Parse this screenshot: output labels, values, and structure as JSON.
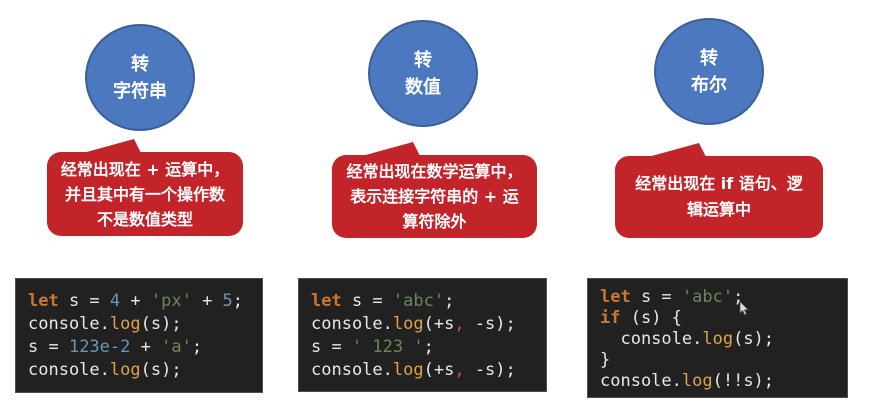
{
  "colors": {
    "circle_fill": "#4B78BE",
    "circle_border": "#3C5F98",
    "bubble_red": "#C2242A",
    "code_background": "#212121",
    "code_keyword": "#CC7832",
    "code_function": "#DFA24B",
    "code_number": "#6897BB",
    "code_string": "#6A8759",
    "code_comma": "#C75B3F",
    "code_text": "#E8E8E8"
  },
  "columns": [
    {
      "circle": {
        "line1": "转",
        "line2": "字符串"
      },
      "bubble_lines": [
        "经常出现在 + 运算中，",
        "并且其中有一个操作数",
        "不是数值类型"
      ]
    },
    {
      "circle": {
        "line1": "转",
        "line2": "数值"
      },
      "bubble_lines": [
        "经常出现在数学运算中，",
        "表示连接字符串的 + 运",
        "算符除外"
      ]
    },
    {
      "circle": {
        "line1": "转",
        "line2": "布尔"
      },
      "bubble_lines": [
        "经常出现在 if 语句、逻",
        "辑运算中"
      ]
    }
  ],
  "code_blocks": [
    {
      "lines": [
        [
          {
            "t": "kw",
            "s": "let"
          },
          {
            "t": "pl",
            "s": " s = "
          },
          {
            "t": "num",
            "s": "4"
          },
          {
            "t": "pl",
            "s": " + "
          },
          {
            "t": "str",
            "s": "'px'"
          },
          {
            "t": "pl",
            "s": " + "
          },
          {
            "t": "num",
            "s": "5"
          },
          {
            "t": "pl",
            "s": ";"
          }
        ],
        [
          {
            "t": "pl",
            "s": "console."
          },
          {
            "t": "fn",
            "s": "log"
          },
          {
            "t": "pl",
            "s": "(s);"
          }
        ],
        [
          {
            "t": "pl",
            "s": "s = "
          },
          {
            "t": "num",
            "s": "123e-2"
          },
          {
            "t": "pl",
            "s": " + "
          },
          {
            "t": "str",
            "s": "'a'"
          },
          {
            "t": "pl",
            "s": ";"
          }
        ],
        [
          {
            "t": "pl",
            "s": "console."
          },
          {
            "t": "fn",
            "s": "log"
          },
          {
            "t": "pl",
            "s": "(s);"
          }
        ]
      ]
    },
    {
      "lines": [
        [
          {
            "t": "kw",
            "s": "let"
          },
          {
            "t": "pl",
            "s": " s = "
          },
          {
            "t": "str",
            "s": "'abc'"
          },
          {
            "t": "pl",
            "s": ";"
          }
        ],
        [
          {
            "t": "pl",
            "s": "console."
          },
          {
            "t": "fn",
            "s": "log"
          },
          {
            "t": "pl",
            "s": "(+s"
          },
          {
            "t": "cm",
            "s": ","
          },
          {
            "t": "pl",
            "s": " -s);"
          }
        ],
        [
          {
            "t": "pl",
            "s": "s = "
          },
          {
            "t": "str",
            "s": "' 123 '"
          },
          {
            "t": "pl",
            "s": ";"
          }
        ],
        [
          {
            "t": "pl",
            "s": "console."
          },
          {
            "t": "fn",
            "s": "log"
          },
          {
            "t": "pl",
            "s": "(+s"
          },
          {
            "t": "cm",
            "s": ","
          },
          {
            "t": "pl",
            "s": " -s);"
          }
        ]
      ]
    },
    {
      "lines": [
        [
          {
            "t": "kw",
            "s": "let"
          },
          {
            "t": "pl",
            "s": " s = "
          },
          {
            "t": "str",
            "s": "'abc'"
          },
          {
            "t": "pl",
            "s": ";"
          }
        ],
        [
          {
            "t": "kw",
            "s": "if"
          },
          {
            "t": "pl",
            "s": " (s) {"
          }
        ],
        [
          {
            "t": "pl",
            "s": "  console."
          },
          {
            "t": "fn",
            "s": "log"
          },
          {
            "t": "pl",
            "s": "(s);"
          }
        ],
        [
          {
            "t": "pl",
            "s": "}"
          }
        ],
        [
          {
            "t": "pl",
            "s": "console."
          },
          {
            "t": "fn",
            "s": "log"
          },
          {
            "t": "pl",
            "s": "(!!s);"
          }
        ]
      ]
    }
  ]
}
